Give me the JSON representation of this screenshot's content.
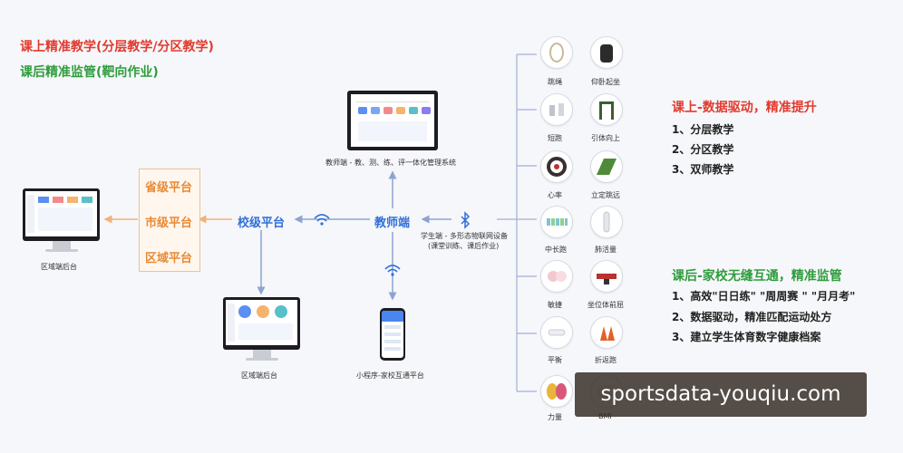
{
  "headline": {
    "line1": "课上精准教学(分层教学/分区教学)",
    "line2": "课后精准监管(靶向作业)"
  },
  "devices": {
    "teacher_system_caption": "教师端 - 教、测、练、评一体化管理系统",
    "region_backend_left_caption": "区域端后台",
    "region_backend_bottom_caption": "区域端后台",
    "mini_program_caption": "小程序-家校互通平台",
    "student_caption_line1": "学生端 - 多形态物联网设备",
    "student_caption_line2": "(课堂训练、课后作业)"
  },
  "nodes": {
    "teacher": "教师端",
    "school": "校级平台",
    "province": "省级平台",
    "city": "市级平台",
    "district": "区域平台"
  },
  "sports": [
    {
      "label": "跳绳",
      "icon": "jump-rope-icon"
    },
    {
      "label": "仰卧起坐",
      "icon": "situp-mat-icon"
    },
    {
      "label": "短跑",
      "icon": "sprint-sensor-icon"
    },
    {
      "label": "引体向上",
      "icon": "pullup-bar-icon"
    },
    {
      "label": "心率",
      "icon": "heart-rate-band-icon"
    },
    {
      "label": "立定跳远",
      "icon": "long-jump-mat-icon"
    },
    {
      "label": "中长跑",
      "icon": "wristband-set-icon"
    },
    {
      "label": "肺活量",
      "icon": "spirometer-icon"
    },
    {
      "label": "敏捷",
      "icon": "agility-pad-icon"
    },
    {
      "label": "坐位体前屈",
      "icon": "sit-and-reach-icon"
    },
    {
      "label": "平衡",
      "icon": "balance-board-icon"
    },
    {
      "label": "折返跑",
      "icon": "cone-icon"
    },
    {
      "label": "力量",
      "icon": "strength-ball-icon"
    },
    {
      "label": "BMI",
      "icon": "scale-icon"
    }
  ],
  "right_panel": {
    "section1_title": "课上-数据驱动，精准提升",
    "section1_items": [
      "1、分层教学",
      "2、分区教学",
      "3、双师教学"
    ],
    "section2_title": "课后-家校无缝互通，精准监管",
    "section2_items": [
      "1、高效\"日日练\" \"周周赛 \" \"月月考\"",
      "2、数据驱动，精准匹配运动处方",
      "3、建立学生体育数字健康档案"
    ]
  },
  "watermark": "sportsdata-youqiu.com",
  "colors": {
    "red": "#e23a2e",
    "green": "#2f9c3d",
    "blue": "#2f6fd8",
    "orange": "#e88a34",
    "connector": "#9fb1d6"
  }
}
